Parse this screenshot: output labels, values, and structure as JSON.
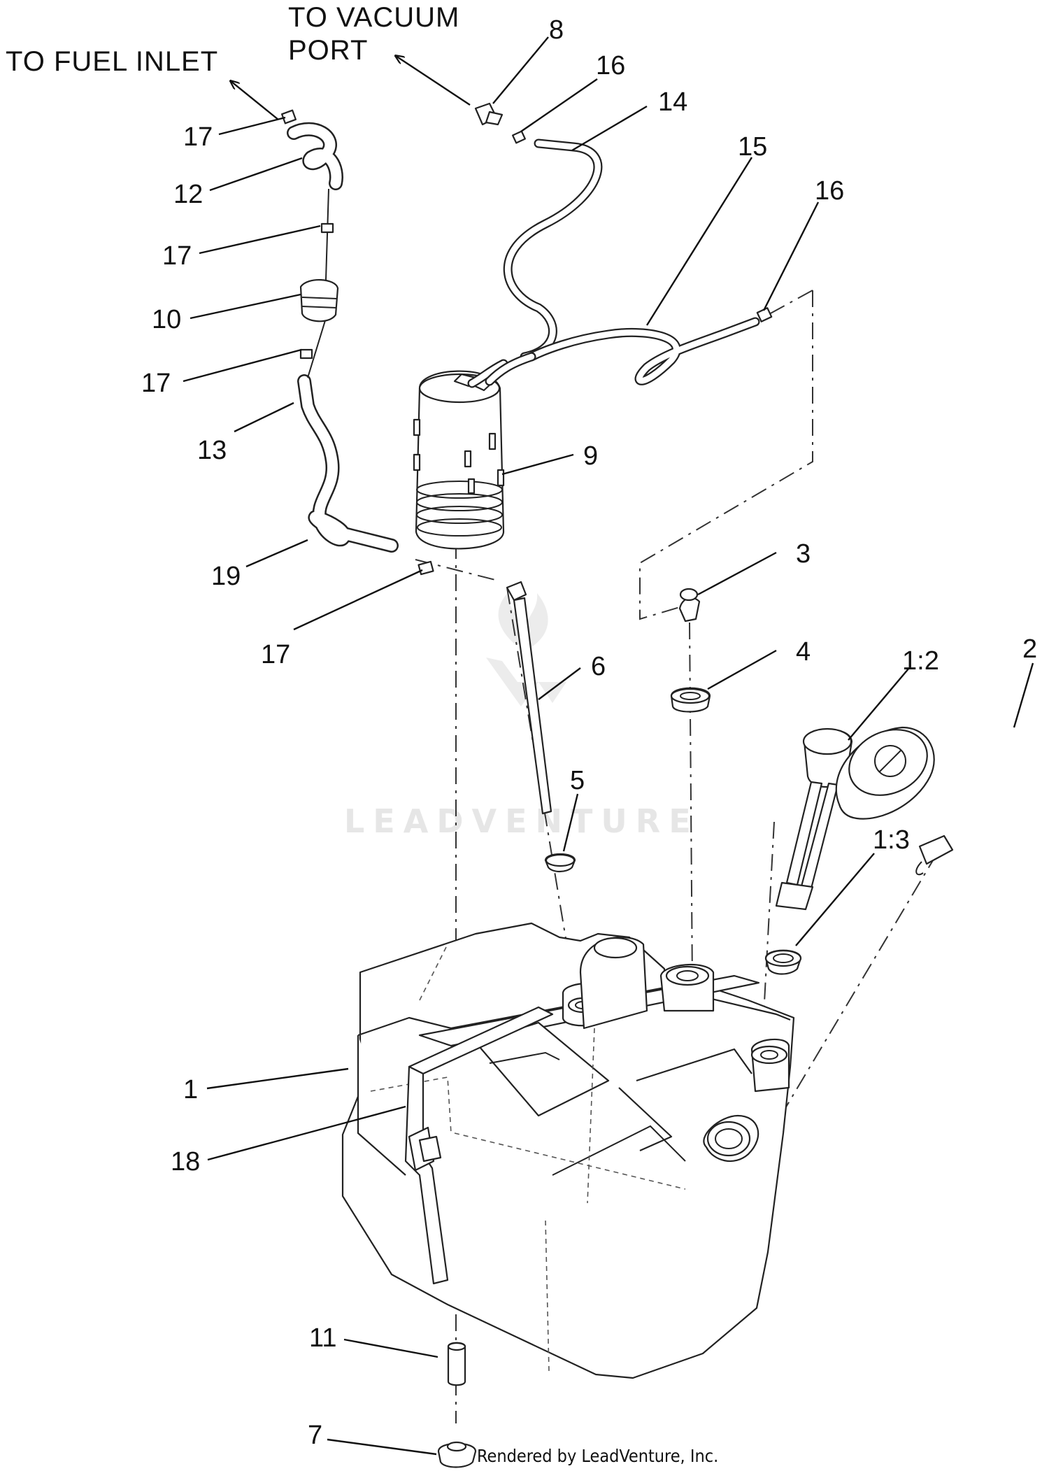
{
  "directions": {
    "fuel_inlet": "TO FUEL INLET",
    "vacuum_port_line1": "TO VACUUM",
    "vacuum_port_line2": "PORT"
  },
  "callouts": [
    {
      "id": "c8",
      "text": "8"
    },
    {
      "id": "c16a",
      "text": "16"
    },
    {
      "id": "c14",
      "text": "14"
    },
    {
      "id": "c15",
      "text": "15"
    },
    {
      "id": "c16b",
      "text": "16"
    },
    {
      "id": "c17a",
      "text": "17"
    },
    {
      "id": "c12",
      "text": "12"
    },
    {
      "id": "c17b",
      "text": "17"
    },
    {
      "id": "c10",
      "text": "10"
    },
    {
      "id": "c17c",
      "text": "17"
    },
    {
      "id": "c13",
      "text": "13"
    },
    {
      "id": "c9",
      "text": "9"
    },
    {
      "id": "c19",
      "text": "19"
    },
    {
      "id": "c17d",
      "text": "17"
    },
    {
      "id": "c3",
      "text": "3"
    },
    {
      "id": "c4",
      "text": "4"
    },
    {
      "id": "c6",
      "text": "6"
    },
    {
      "id": "c12b",
      "text": "1:2"
    },
    {
      "id": "c2",
      "text": "2"
    },
    {
      "id": "c5",
      "text": "5"
    },
    {
      "id": "c13b",
      "text": "1:3"
    },
    {
      "id": "c1",
      "text": "1"
    },
    {
      "id": "c18",
      "text": "18"
    },
    {
      "id": "c11",
      "text": "11"
    },
    {
      "id": "c7",
      "text": "7"
    }
  ],
  "watermark": "LEADVENTURE",
  "credit": "Rendered by LeadVenture, Inc."
}
